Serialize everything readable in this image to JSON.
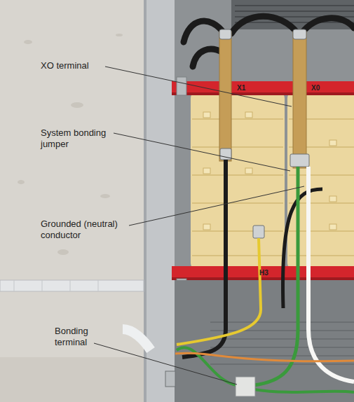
{
  "diagram": {
    "labels": [
      "XO terminal",
      "System bonding jumper",
      "Grounded (neutral) conductor",
      "Bonding terminal",
      "X1",
      "X0",
      "H3"
    ]
  }
}
